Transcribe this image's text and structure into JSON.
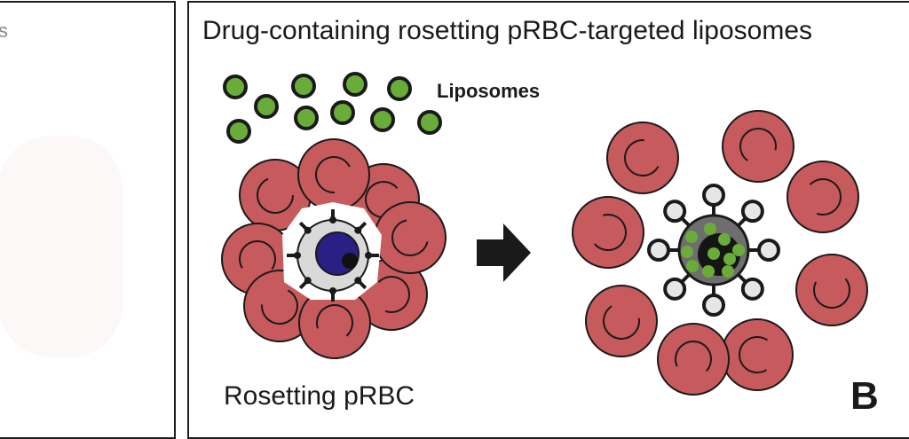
{
  "panel_a": {
    "visible_fragment": "s"
  },
  "panel_b": {
    "title": "Drug-containing rosetting pRBC-targeted liposomes",
    "liposomes_label": "Liposomes",
    "caption": "Rosetting pRBC",
    "panel_letter": "B",
    "arrow": "right-arrow-icon"
  },
  "colors": {
    "rbc_fill": "#c75a5c",
    "outline": "#1a1a1a",
    "liposome_green": "#6aac3a",
    "parasite_blue": "#2a1f85",
    "host_cell_gray": "#d9d9d9",
    "targeted_core_gray": "#6e6e6e",
    "ligand_white": "#e6e6e6"
  }
}
